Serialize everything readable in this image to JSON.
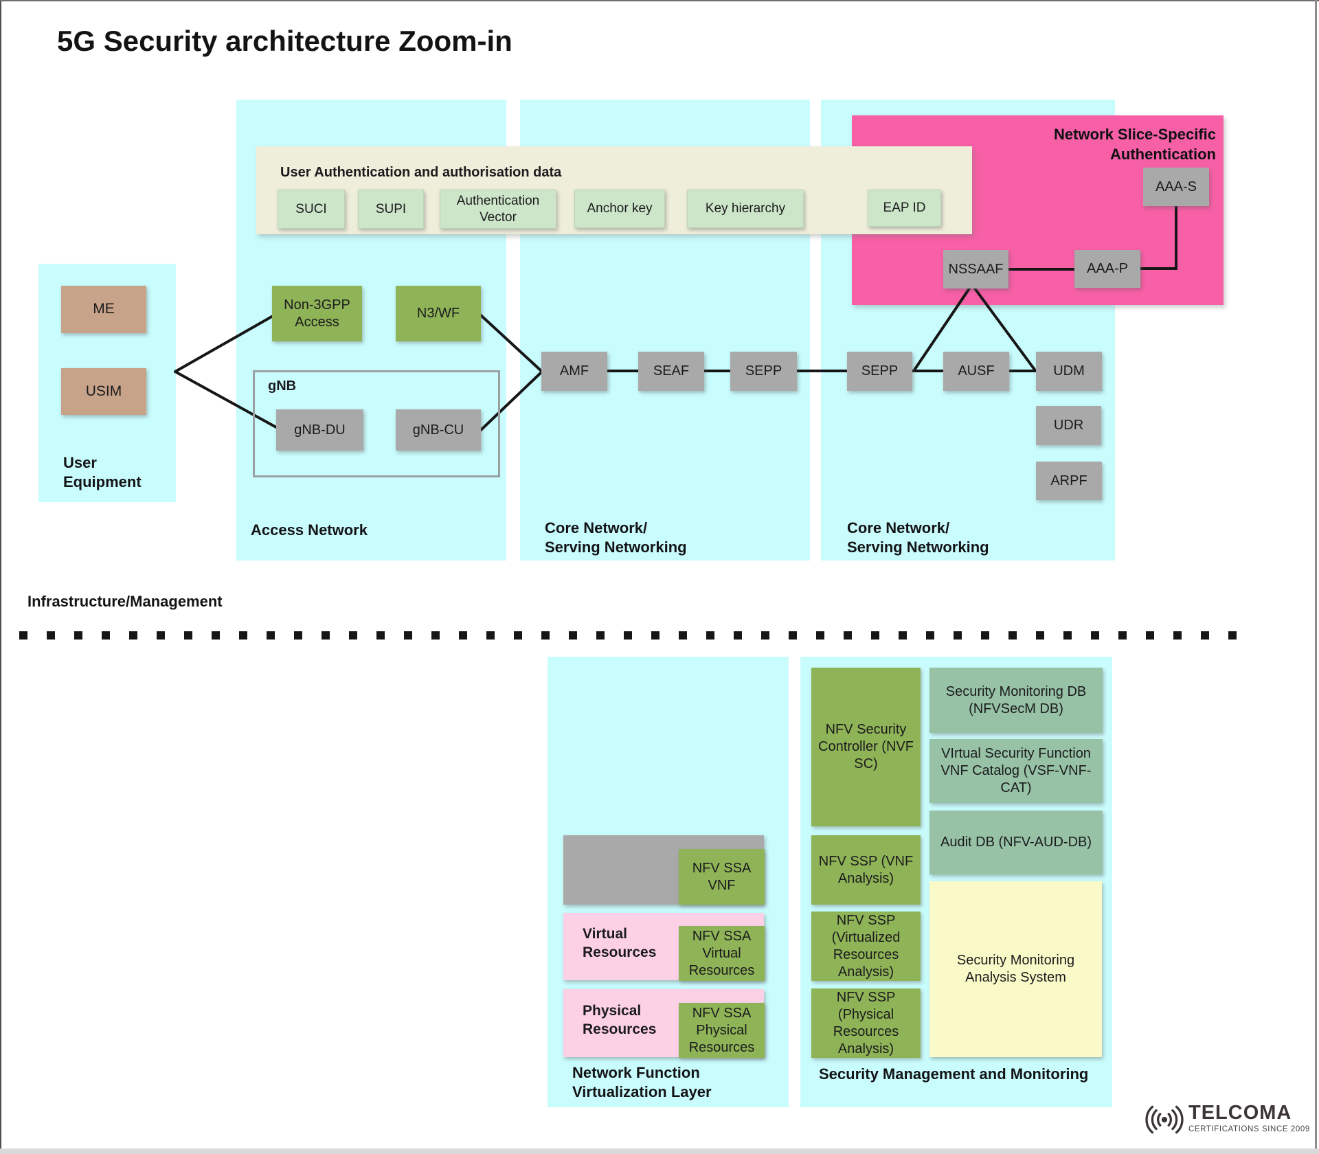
{
  "title": "5G Security architecture Zoom-in",
  "panels": {
    "user_equipment": {
      "label": "User\nEquipment"
    },
    "access_network": {
      "label": "Access Network"
    },
    "core_serving_1": {
      "label": "Core Network/\nServing Networking"
    },
    "core_serving_2": {
      "label": "Core Network/\nServing Networking"
    },
    "slice_auth": {
      "label": "Network Slice-Specific\nAuthentication"
    },
    "auth_data": {
      "label": "User Authentication and authorisation data"
    },
    "infrastructure": {
      "label": "Infrastructure/Management"
    },
    "gnb": {
      "label": "gNB"
    },
    "nfv_layer": {
      "label": "Network Function\nVirtualization Layer"
    },
    "security_mgmt": {
      "label": "Security Management and Monitoring"
    }
  },
  "nodes": {
    "me": "ME",
    "usim": "USIM",
    "suci": "SUCI",
    "supi": "SUPI",
    "auth_vector": "Authentication Vector",
    "anchor_key": "Anchor key",
    "key_hierarchy": "Key hierarchy",
    "eap_id": "EAP ID",
    "non3gpp": "Non-3GPP Access",
    "n3wf": "N3/WF",
    "gnb_du": "gNB-DU",
    "gnb_cu": "gNB-CU",
    "amf": "AMF",
    "seaf": "SEAF",
    "sepp1": "SEPP",
    "sepp2": "SEPP",
    "ausf": "AUSF",
    "udm": "UDM",
    "udr": "UDR",
    "arpf": "ARPF",
    "nssaaf": "NSSAAF",
    "aaa_p": "AAA-P",
    "aaa_s": "AAA-S",
    "nfv_ssa_vnf": "NFV SSA VNF",
    "virtual_resources": "Virtual\nResources",
    "nfv_ssa_virtual": "NFV SSA Virtual Resources",
    "physical_resources": "Physical\nResources",
    "nfv_ssa_physical": "NFV SSA Physical Resources",
    "nfv_sc": "NFV Security Controller (NVF SC)",
    "sec_mon_db": "Security Monitoring DB (NFVSecM DB)",
    "vsf_cat": "VIrtual Security Function VNF Catalog (VSF-VNF-CAT)",
    "audit_db": "Audit DB (NFV-AUD-DB)",
    "ssp_vnf": "NFV SSP (VNF Analysis)",
    "ssp_virt": "NFV SSP (Virtualized Resources Analysis)",
    "ssp_phys": "NFV SSP (Physical Resources Analysis)",
    "smas": "Security Monitoring Analysis System"
  },
  "logo": {
    "brand": "TELCOMA",
    "tagline": "CERTIFICATIONS SINCE 2009",
    "icon": "radio-waves-icon"
  },
  "colors": {
    "cyan_panel": "#c9fcfd",
    "pink_panel": "#f75fa6",
    "cream_panel": "#efeedb",
    "chip_green": "#cde6c9",
    "olive_green": "#8fb357",
    "teal_box": "#97c2a6",
    "yellow_box": "#fafac9",
    "gray_box": "#a9a9a9",
    "tan_box": "#c7a389",
    "light_pink_box": "#fcd1e6",
    "connector": "#161616"
  }
}
